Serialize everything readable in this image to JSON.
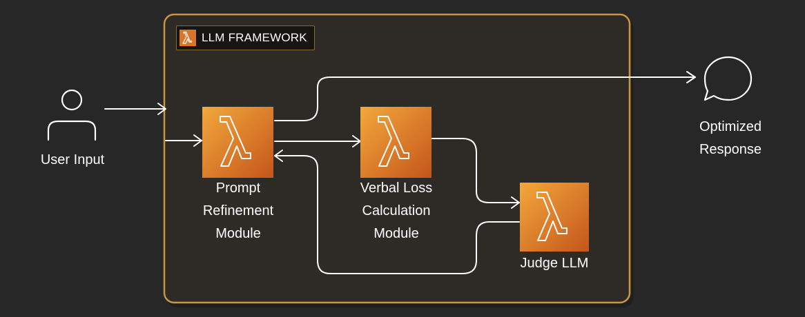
{
  "framework": {
    "label": "LLM FRAMEWORK"
  },
  "nodes": {
    "user_input": {
      "label": "User Input",
      "icon": "user-icon"
    },
    "prompt_refinement": {
      "label": "Prompt\nRefinement\nModule",
      "icon": "lambda-icon"
    },
    "verbal_loss": {
      "label": "Verbal Loss\nCalculation\nModule",
      "icon": "lambda-icon"
    },
    "judge_llm": {
      "label": "Judge LLM",
      "icon": "lambda-icon"
    },
    "optimized_response": {
      "label": "Optimized\nResponse",
      "icon": "speech-bubble-icon"
    }
  },
  "colors": {
    "background": "#272727",
    "framework_fill": "#2f2c27",
    "framework_border": "#c8963f",
    "lambda_gradient_top": "#f0a23a",
    "lambda_gradient_bottom": "#c45a14",
    "line": "#ffffff"
  }
}
